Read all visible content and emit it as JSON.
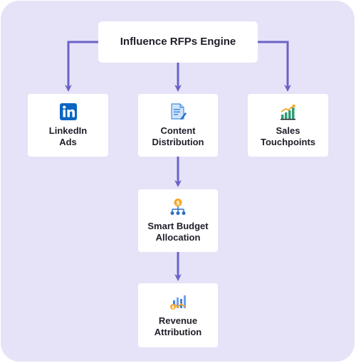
{
  "diagram": {
    "title": "Influence RFPs Engine",
    "nodes": {
      "linkedin": {
        "line1": "LinkedIn",
        "line2": "Ads",
        "icon": "linkedin-icon"
      },
      "content": {
        "line1": "Content",
        "line2": "Distribution",
        "icon": "document-icon"
      },
      "sales": {
        "line1": "Sales",
        "line2": "Touchpoints",
        "icon": "growth-chart-icon"
      },
      "budget": {
        "line1": "Smart Budget",
        "line2": "Allocation",
        "icon": "budget-network-icon"
      },
      "revenue": {
        "line1": "Revenue",
        "line2": "Attribution",
        "icon": "revenue-chart-icon"
      }
    },
    "edges": [
      {
        "from": "Influence RFPs Engine",
        "to": "LinkedIn Ads"
      },
      {
        "from": "Influence RFPs Engine",
        "to": "Content Distribution"
      },
      {
        "from": "Influence RFPs Engine",
        "to": "Sales Touchpoints"
      },
      {
        "from": "Content Distribution",
        "to": "Smart Budget Allocation"
      },
      {
        "from": "Smart Budget Allocation",
        "to": "Revenue Attribution"
      }
    ],
    "colors": {
      "background": "#e6e3f8",
      "node": "#ffffff",
      "arrow": "#6a63c8",
      "linkedin": "#0a66c2",
      "accent_green": "#2f9e73",
      "accent_orange": "#f5a623",
      "accent_blue": "#4a7fe0"
    }
  }
}
